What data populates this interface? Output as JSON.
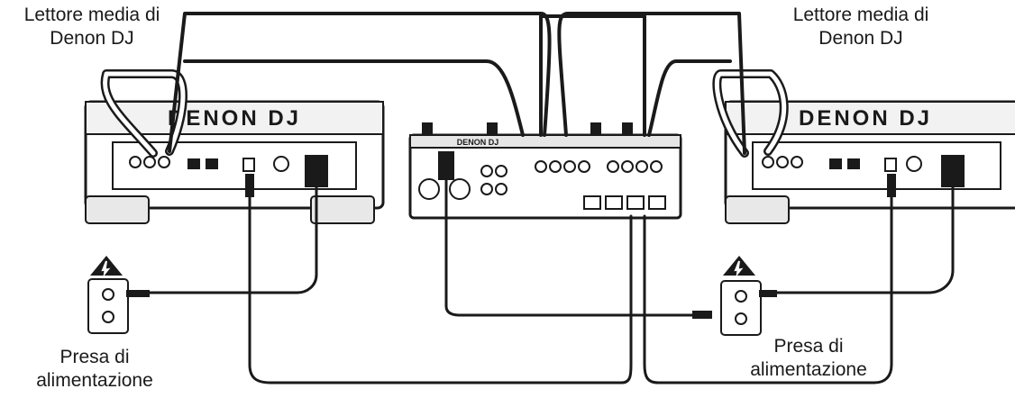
{
  "labels": {
    "player_left": {
      "line1": "Lettore media di",
      "line2": "Denon DJ"
    },
    "player_right": {
      "line1": "Lettore media di",
      "line2": "Denon DJ"
    },
    "outlet_left": {
      "line1": "Presa di",
      "line2": "alimentazione"
    },
    "outlet_right": {
      "line1": "Presa di",
      "line2": "alimentazione"
    }
  },
  "devices": {
    "player_left_brand": "DENON DJ",
    "player_right_brand": "DENON DJ",
    "mixer_brand": "DENON DJ"
  },
  "colors": {
    "ink": "#1a1a1a",
    "background": "#ffffff"
  }
}
